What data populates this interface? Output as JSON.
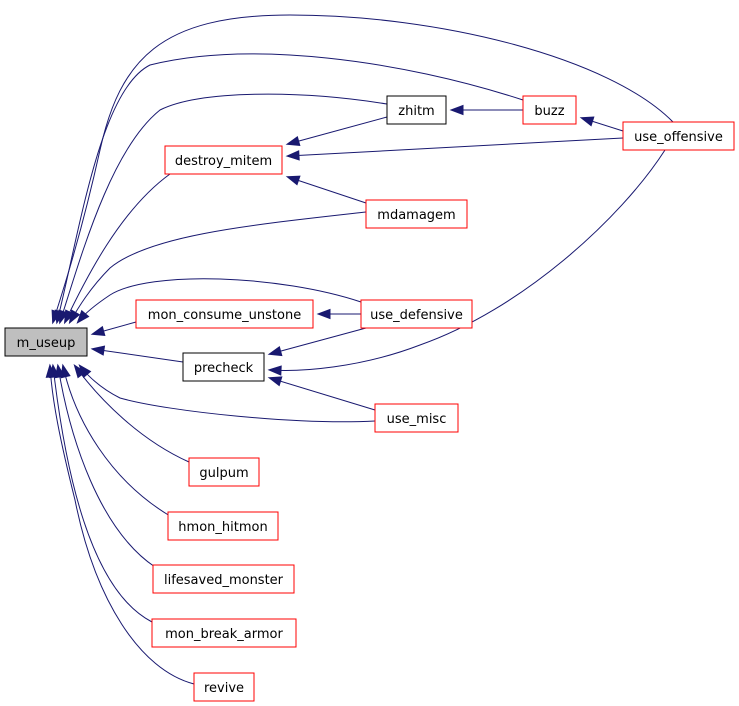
{
  "colors": {
    "edge": "#191970",
    "root_fill": "#bfbfbf",
    "border_black": "#000000",
    "border_red": "#ff0000",
    "node_fill": "#ffffff"
  },
  "nodes": {
    "m_useup": {
      "label": "m_useup",
      "style": "root"
    },
    "destroy_mitem": {
      "label": "destroy_mitem",
      "style": "red"
    },
    "zhitm": {
      "label": "zhitm",
      "style": "black"
    },
    "buzz": {
      "label": "buzz",
      "style": "red"
    },
    "use_offensive": {
      "label": "use_offensive",
      "style": "red"
    },
    "mdamagem": {
      "label": "mdamagem",
      "style": "red"
    },
    "mon_consume_unstone": {
      "label": "mon_consume_unstone",
      "style": "red"
    },
    "use_defensive": {
      "label": "use_defensive",
      "style": "red"
    },
    "precheck": {
      "label": "precheck",
      "style": "black"
    },
    "use_misc": {
      "label": "use_misc",
      "style": "red"
    },
    "gulpum": {
      "label": "gulpum",
      "style": "red"
    },
    "hmon_hitmon": {
      "label": "hmon_hitmon",
      "style": "red"
    },
    "lifesaved_monster": {
      "label": "lifesaved_monster",
      "style": "red"
    },
    "mon_break_armor": {
      "label": "mon_break_armor",
      "style": "red"
    },
    "revive": {
      "label": "revive",
      "style": "red"
    }
  },
  "edges": [
    {
      "from": "use_offensive",
      "to": "m_useup"
    },
    {
      "from": "buzz",
      "to": "m_useup"
    },
    {
      "from": "zhitm",
      "to": "m_useup"
    },
    {
      "from": "destroy_mitem",
      "to": "m_useup"
    },
    {
      "from": "mdamagem",
      "to": "m_useup"
    },
    {
      "from": "use_defensive",
      "to": "m_useup"
    },
    {
      "from": "mon_consume_unstone",
      "to": "m_useup"
    },
    {
      "from": "precheck",
      "to": "m_useup"
    },
    {
      "from": "use_misc",
      "to": "m_useup"
    },
    {
      "from": "gulpum",
      "to": "m_useup"
    },
    {
      "from": "hmon_hitmon",
      "to": "m_useup"
    },
    {
      "from": "lifesaved_monster",
      "to": "m_useup"
    },
    {
      "from": "mon_break_armor",
      "to": "m_useup"
    },
    {
      "from": "revive",
      "to": "m_useup"
    },
    {
      "from": "zhitm",
      "to": "destroy_mitem"
    },
    {
      "from": "use_offensive",
      "to": "destroy_mitem"
    },
    {
      "from": "mdamagem",
      "to": "destroy_mitem"
    },
    {
      "from": "buzz",
      "to": "zhitm"
    },
    {
      "from": "use_offensive",
      "to": "buzz"
    },
    {
      "from": "use_defensive",
      "to": "mon_consume_unstone"
    },
    {
      "from": "use_defensive",
      "to": "precheck"
    },
    {
      "from": "use_offensive",
      "to": "precheck"
    },
    {
      "from": "use_misc",
      "to": "precheck"
    }
  ]
}
